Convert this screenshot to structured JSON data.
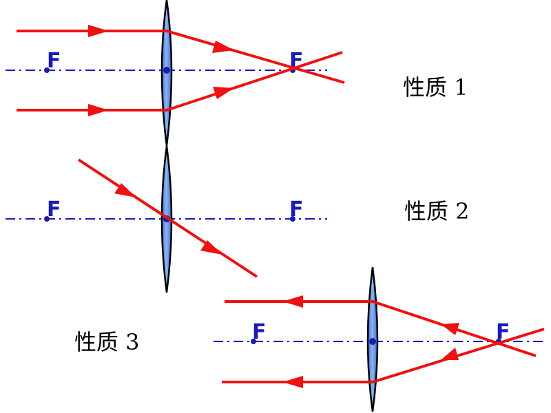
{
  "colors": {
    "ray": "#ee1111",
    "axis": "#1a1ab8",
    "focus": "#1a1ab8",
    "lens_fill": "#6f9be8",
    "lens_stroke": "#000000"
  },
  "focus_label": "F",
  "panels": [
    {
      "caption": "性质 1"
    },
    {
      "caption": "性质 2"
    },
    {
      "caption": "性质 3"
    }
  ]
}
